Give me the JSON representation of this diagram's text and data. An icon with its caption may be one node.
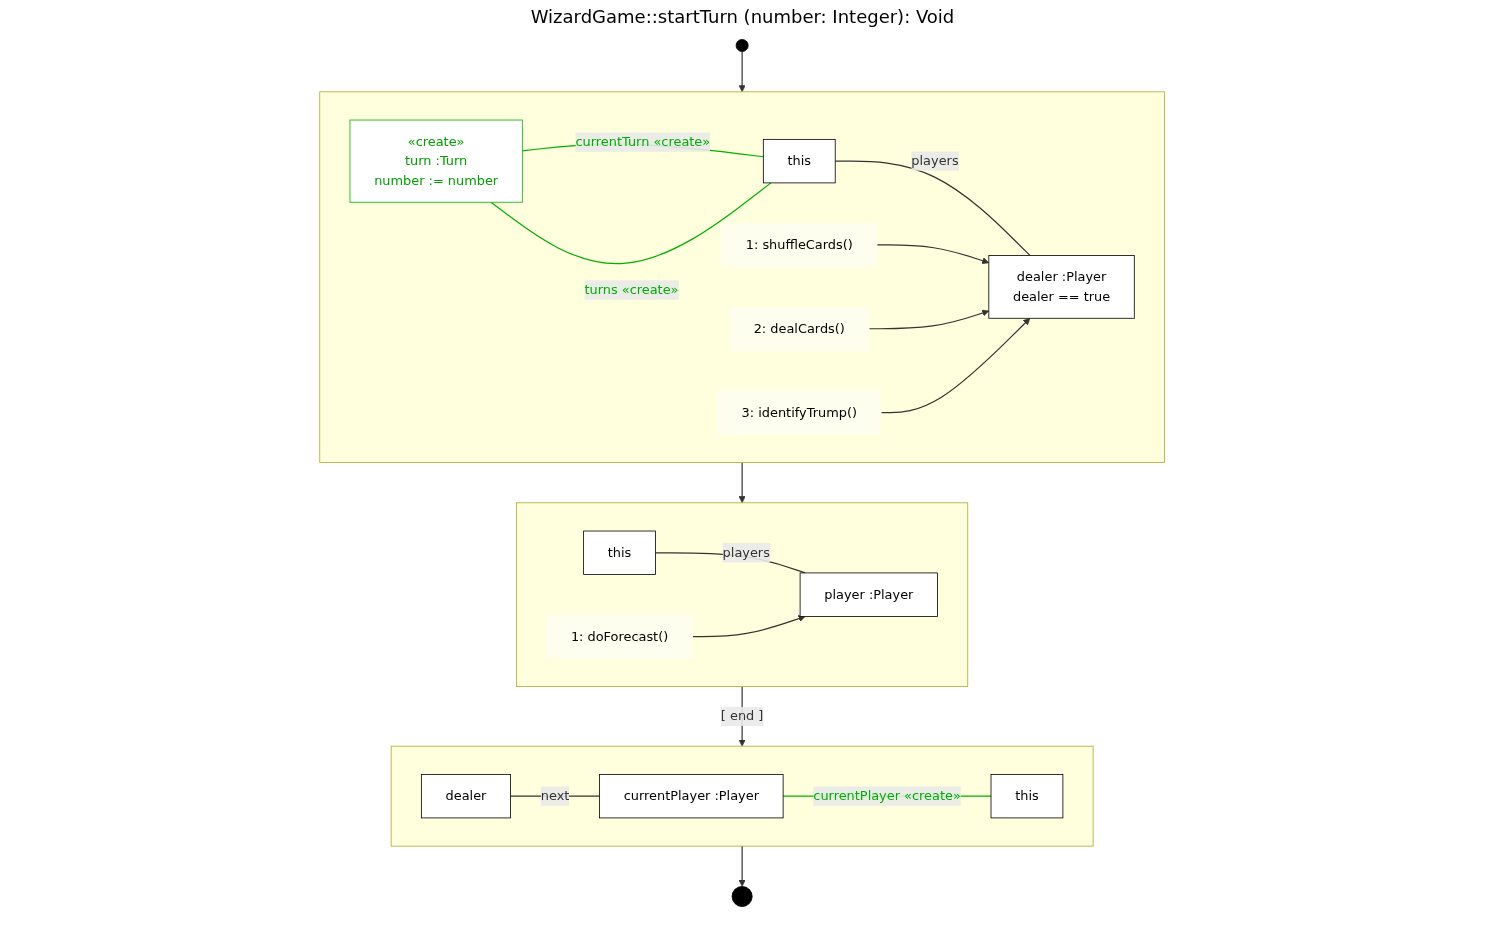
{
  "diagram": {
    "title": "WizardGame::startTurn (number: Integer): Void",
    "nodes": [
      {
        "text": [],
        "shape": "circle"
      },
      {
        "text": [],
        "shape": "box"
      },
      {
        "text": [
          "«create»",
          "turn :Turn",
          "number := number"
        ],
        "in": 1
      },
      {
        "text": [
          "this"
        ],
        "in": 1
      },
      {
        "text": [
          "dealer :Player",
          "dealer == true"
        ],
        "in": 1
      },
      {
        "text": [
          "1: shuffleCards()"
        ],
        "in": 1
      },
      {
        "text": [
          "2: dealCards()"
        ],
        "in": 1
      },
      {
        "text": [
          "3: identifyTrump()"
        ],
        "in": 1
      },
      {
        "text": [],
        "shape": "box"
      },
      {
        "text": [
          "this"
        ],
        "in": 8
      },
      {
        "text": [
          "player :Player"
        ],
        "in": 8
      },
      {
        "text": [
          "1: doForecast()"
        ],
        "in": 8
      },
      {
        "text": [],
        "shape": "box"
      },
      {
        "text": [
          "dealer"
        ],
        "in": 12
      },
      {
        "text": [
          "currentPlayer :Player"
        ],
        "in": 12
      },
      {
        "text": [
          "this"
        ],
        "in": 12
      },
      {
        "text": [],
        "shape": "bullseye"
      }
    ],
    "edges": [
      {
        "from": 0,
        "to": 1,
        "arrow": "to"
      },
      {
        "from": 2,
        "to": 3,
        "arrow": "none",
        "label": "currentTurn «create»",
        "color": "#00b000"
      },
      {
        "from": 2,
        "to": 3,
        "arrow": "none",
        "label": "turns «create»",
        "color": "#00b000"
      },
      {
        "from": 3,
        "to": 4,
        "arrow": "none",
        "label": "players"
      },
      {
        "from": 5,
        "to": 4,
        "arrow": "to"
      },
      {
        "from": 6,
        "to": 4,
        "arrow": "to"
      },
      {
        "from": 7,
        "to": 4,
        "arrow": "to"
      },
      {
        "from": 1,
        "to": 8,
        "arrow": "to"
      },
      {
        "from": 9,
        "to": 10,
        "arrow": "none",
        "label": "players"
      },
      {
        "from": 11,
        "to": 10,
        "arrow": "to"
      },
      {
        "from": 8,
        "to": 12,
        "arrow": "to",
        "label": "[ end ]"
      },
      {
        "from": 13,
        "to": 14,
        "arrow": "none",
        "label": "next"
      },
      {
        "from": 14,
        "to": 15,
        "arrow": "none",
        "label": "currentPlayer «create»",
        "color": "#00b000"
      },
      {
        "from": 12,
        "to": 16,
        "arrow": "to"
      }
    ]
  }
}
